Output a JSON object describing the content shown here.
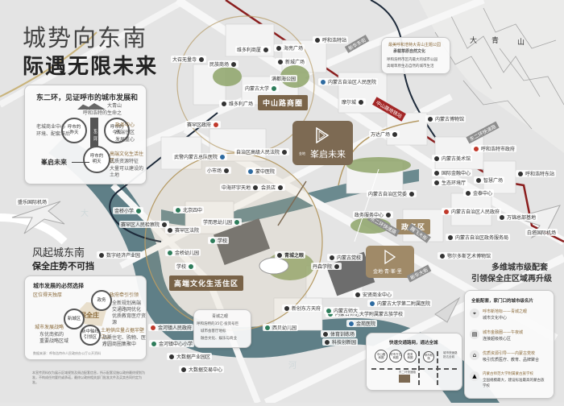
{
  "header": {
    "title": "城势向东南",
    "subtitle": "际遇无限未来"
  },
  "panel_east_ring": {
    "title": "东二环，见证呼市的城市发展和",
    "mountain_label": "大青山",
    "mountain_sub": "呼和浩特的生命之",
    "center_road": "东二环",
    "circles": [
      {
        "label": "呼市的\n昨天",
        "side_text": [
          "老城商业中心",
          "环境、配套滞后"
        ]
      },
      {
        "label": "呼市的\n今天",
        "side_text": [
          "政务中心",
          "高端住区",
          "发展重心"
        ]
      },
      {
        "label": "呼市的\n明天",
        "side_text": [
          "高端文化生活住区",
          "优质资源特征",
          "大量可以建设的土地"
        ]
      }
    ],
    "brand_mark": "峯启未来"
  },
  "section_southeast": {
    "title": "风起城东南",
    "subtitle": "保全庄势不可挡"
  },
  "panel_baoquanzhuang": {
    "title": "城市发展的必然选择",
    "center": "保全庄",
    "nodes": [
      "新城区",
      "政务",
      "新中轴线\n引领区"
    ],
    "notes": [
      {
        "title": "区位得天独厚",
        "text": []
      },
      {
        "title": "政府牵引引领",
        "text": [
          "全新规划高端",
          "交通路网优化",
          "优质教育医疗资源"
        ]
      },
      {
        "title": "城市发展战略",
        "text": [
          "东优南拓的",
          "重要战略区域"
        ]
      },
      {
        "title": "土地供应量占据半壁江山",
        "text": [
          "品质住宅、购物、医疗、",
          "方圆商圈集聚中"
        ]
      }
    ],
    "footnote": "数据来源：呼和浩特市人民政府办公厅公开资料"
  },
  "disclaimer": "本宣传资料仅为展示区域规划及周边配套信息，所示配套设施以政府最终规划为准，不构成任何要约或承诺，最终以政府相关部门批准文件及买卖合同约定为准。",
  "panel_daqingshan": {
    "title": "最美呼和浩特大青山主题公园",
    "subtitle": "承载草原自然文化",
    "text": [
      "呼和浩特市区内最大的城市公园",
      "高端草原生态自然的城市生活"
    ]
  },
  "map": {
    "mountain_chars": [
      "大",
      "青",
      "山"
    ],
    "river_chars": [
      "大",
      "河"
    ],
    "zones": [
      {
        "name": "zhongshan",
        "label": "中山路商圈"
      },
      {
        "name": "highend",
        "label": "高端文化生活住区"
      },
      {
        "name": "government",
        "label": "政务区"
      }
    ],
    "brand_main": {
      "small": "金地",
      "name": "峯启未来"
    },
    "brand_second": {
      "name": "金地·青·峯·里"
    },
    "road_labels": [
      "东二环快速路",
      "新华东街",
      "腾飞大街",
      "东二环快速路",
      "新华大街"
    ],
    "red_road_label": "中山路地铁站",
    "pois": [
      {
        "label": "大召无量寺",
        "type": "dark"
      },
      {
        "label": "维多利商厦",
        "type": "dark"
      },
      {
        "label": "民族商场",
        "type": "dark"
      },
      {
        "label": "海亮广场",
        "type": "dark"
      },
      {
        "label": "满都海公园",
        "type": "dark"
      },
      {
        "label": "内蒙古大学",
        "type": "green"
      },
      {
        "label": "新城广场",
        "type": "dark"
      },
      {
        "label": "呼和浩特站",
        "type": "dark"
      },
      {
        "label": "内蒙古自治区人民医院",
        "type": "blue"
      },
      {
        "label": "摩尔城",
        "type": "dark"
      },
      {
        "label": "赛罕区政府",
        "type": "red"
      },
      {
        "label": "维多利广场",
        "type": "dark"
      },
      {
        "label": "万达广场",
        "type": "dark"
      },
      {
        "label": "内蒙古博物馆",
        "type": "dark"
      },
      {
        "label": "呼和浩特市政府",
        "type": "red"
      },
      {
        "label": "武警内蒙古总队医院",
        "type": "blue"
      },
      {
        "label": "自治区高级人民法院",
        "type": "dark"
      },
      {
        "label": "蒙中医院",
        "type": "blue"
      },
      {
        "label": "小市场",
        "type": "dark"
      },
      {
        "label": "中海环宇天地",
        "type": "dark"
      },
      {
        "label": "会员店",
        "type": "dark"
      },
      {
        "label": "呼和浩特东站",
        "type": "dark"
      },
      {
        "label": "内蒙古美术馆",
        "type": "dark"
      },
      {
        "label": "国际金融中心",
        "type": "dark"
      },
      {
        "label": "生态环境厅",
        "type": "dark"
      },
      {
        "label": "智慧广场",
        "type": "dark"
      },
      {
        "label": "金泰中心",
        "type": "dark"
      },
      {
        "label": "内蒙古自治区人民政府",
        "type": "red"
      },
      {
        "label": "内蒙古自治区政务服务局",
        "type": "dark"
      },
      {
        "label": "万锦总部基地",
        "type": "dark"
      },
      {
        "label": "白塔国际机场",
        "type": "dark"
      },
      {
        "label": "盛乐国际机场",
        "type": "dark"
      },
      {
        "label": "金桥小学",
        "type": "green"
      },
      {
        "label": "赛罕区人民检察院",
        "type": "dark"
      },
      {
        "label": "数字经济产业园",
        "type": "dark"
      },
      {
        "label": "北京四中",
        "type": "green"
      },
      {
        "label": "学而思幼儿园",
        "type": "green"
      },
      {
        "label": "赛罕区法院",
        "type": "dark"
      },
      {
        "label": "学校",
        "type": "green"
      },
      {
        "label": "金桥幼儿园",
        "type": "green"
      },
      {
        "label": "学校",
        "type": "green"
      },
      {
        "label": "青城之眼",
        "type": "dark"
      },
      {
        "label": "内蒙古党校",
        "type": "dark"
      },
      {
        "label": "丹森学院",
        "type": "dark"
      },
      {
        "label": "政务服务中心",
        "type": "dark"
      },
      {
        "label": "内蒙古自治区党委",
        "type": "dark"
      },
      {
        "label": "鄂尔多斯艺术博物馆",
        "type": "dark"
      },
      {
        "label": "安贤商业中心",
        "type": "dark"
      },
      {
        "label": "内蒙古大学第二附属医院",
        "type": "blue"
      },
      {
        "label": "内蒙古师范大学附属蒙古族学校",
        "type": "green"
      },
      {
        "label": "金苑医院",
        "type": "blue"
      },
      {
        "label": "体育训练场",
        "type": "dark"
      },
      {
        "label": "金河镇人民政府",
        "type": "red"
      },
      {
        "label": "金河镇中心小学",
        "type": "green"
      },
      {
        "label": "大数据产业园区",
        "type": "dark"
      },
      {
        "label": "大数据交易中心",
        "type": "dark"
      },
      {
        "label": "新创东方天府",
        "type": "dark"
      },
      {
        "label": "西贝幼儿园",
        "type": "green"
      },
      {
        "label": "内蒙古师大",
        "type": "green"
      },
      {
        "label": "科技创新园",
        "type": "dark"
      }
    ],
    "qingcheng_note": {
      "title": "青城之眼",
      "text": [
        "呼和浩特的35亿·投资号巨",
        "城市会客厅地标",
        "融合文化、娱乐与商业"
      ]
    }
  },
  "section_supporting": {
    "title": "多维城市级配套",
    "subtitle": "引领保全庄区域再升级"
  },
  "panel_amenities": {
    "title": "全能配套，家门口的城市级名片",
    "items": [
      {
        "icon": "location-pin-icon",
        "title": "呼市新地标——青城之眼",
        "text": "城市文化中心"
      },
      {
        "icon": "shop-icon",
        "title": "城市金融圈——午夜城",
        "text": "连接超级核心区"
      },
      {
        "icon": "school-icon",
        "title": "优质资源引导——内蒙古党校",
        "text": "吸引优质医疗、教育、品牌聚合"
      },
      {
        "icon": "graduation-cap-icon",
        "title": "内蒙古师范大学附属蒙古族学校",
        "text": "全国规模最大，建设标准最高的蒙古族学校"
      }
    ]
  },
  "panel_traffic": {
    "title": "快速交通路网，通达全城",
    "circles": [
      "中山路\n商圈",
      "呼市万达\n商圈",
      "政务\n商圈",
      "呼市机场"
    ],
    "roads": [
      "东二环快速路",
      "腾飞大街",
      "新华大街",
      "如意和大街"
    ],
    "side_note": "城市快速路\n抵达全城"
  }
}
